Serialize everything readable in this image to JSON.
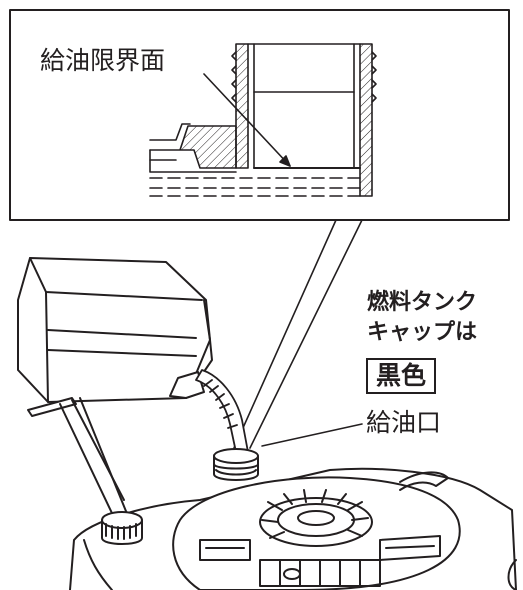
{
  "labels": {
    "fuel_limit_surface": "給油限界面",
    "cap_line1": "燃料タンク",
    "cap_line2": "キャップは",
    "cap_color": "黒色",
    "filler_port": "給油口"
  },
  "colors": {
    "line": "#231f20",
    "background": "#ffffff"
  }
}
